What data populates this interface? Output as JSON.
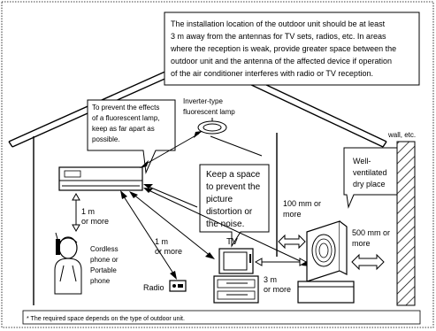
{
  "top_callout": {
    "lines": [
      "The installation location of the outdoor unit should be at least",
      "3 m away from the antennas for TV sets, radios, etc. In areas",
      "where the reception is weak, provide greater space between the",
      "outdoor unit and the antenna of the affected device if operation",
      "of the air conditioner interferes with radio or TV reception."
    ]
  },
  "fluorescent_callout": {
    "lines": [
      "To prevent the effects",
      "of a fluorescent lamp,",
      "keep as far apart as",
      "possible."
    ]
  },
  "lamp_label": {
    "lines": [
      "Inverter-type",
      "fluorescent lamp"
    ]
  },
  "picture_callout": {
    "lines": [
      "Keep a space",
      "to prevent the",
      "picture",
      "distortion or",
      "the noise."
    ]
  },
  "ventilated_callout": {
    "lines": [
      "Well-",
      "ventilated",
      "dry place"
    ]
  },
  "wall_label": "wall, etc.",
  "dist_1m_phone": {
    "lines": [
      "1 m",
      "or more"
    ]
  },
  "dist_1m_radio": {
    "lines": [
      "1 m",
      "or more"
    ]
  },
  "dist_3m": {
    "lines": [
      "3 m",
      "or more"
    ]
  },
  "dist_100mm": {
    "lines": [
      "100 mm or",
      "more"
    ]
  },
  "dist_500mm": {
    "lines": [
      "500 mm or",
      "more"
    ]
  },
  "phone_label": {
    "lines": [
      "Cordless",
      "phone or",
      "Portable",
      "phone"
    ]
  },
  "radio_label": "Radio",
  "tv_label": "TV",
  "footnote": "* The required space depends on the type of outdoor unit."
}
